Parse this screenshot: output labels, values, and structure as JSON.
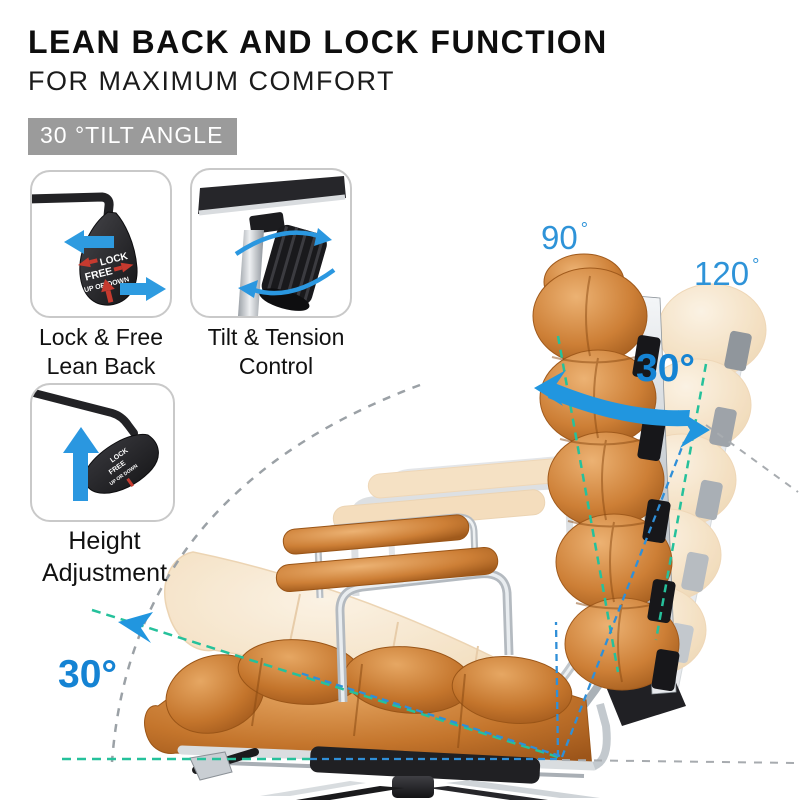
{
  "header": {
    "title": "LEAN BACK AND LOCK FUNCTION",
    "subtitle": "FOR MAXIMUM COMFORT",
    "badge": "30 °TILT ANGLE"
  },
  "features": [
    {
      "line1": "Lock & Free",
      "line2": "Lean Back"
    },
    {
      "line1": "Tilt & Tension",
      "line2": "Control"
    },
    {
      "line1": "Height",
      "line2": "Adjustment"
    }
  ],
  "lever_text": {
    "lock": "LOCK",
    "free": "FREE",
    "up_or_down": "UP OR DOWN"
  },
  "angles": {
    "upright_value": "90",
    "reclined_value": "120",
    "degree_sign": "°",
    "back_tilt": "30°",
    "seat_tilt": "30°"
  },
  "colors": {
    "accent_blue": "#2196df",
    "angle_blue": "#1583d3",
    "dash_teal": "#25c19b",
    "dash_blue": "#2f8fd8",
    "dash_gray": "#9ba1a6",
    "badge_bg": "#9b9b9b",
    "leather": "#c9772f",
    "leather_ghost": "#f5e2c8",
    "chrome": "#c6ccd1",
    "hardware_black": "#17171a"
  }
}
